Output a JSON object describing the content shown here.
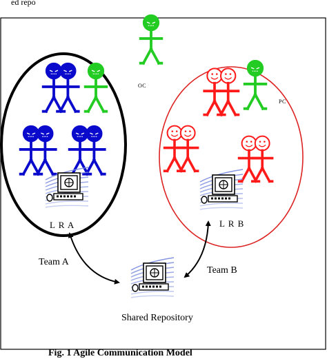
{
  "top_text": "ed repo",
  "labels": {
    "oc": "OC",
    "pc": "PC",
    "lra": "L R A",
    "lrb": "L R B",
    "team_a": "Team A",
    "team_b": "Team B",
    "shared_repository": "Shared Repository",
    "caption": "Fig. 1 Agile Communication Model"
  },
  "colors": {
    "team_a_members": "#0a0acc",
    "team_b_members": "#ff1a1a",
    "coordinators": "#22cc22",
    "team_a_boundary": "#000000",
    "team_b_boundary": "#dd2222",
    "workstation_swoosh": "#7788dd"
  },
  "icons": [
    "stick-figure-icon",
    "computer-workstation-icon",
    "double-arrow-icon"
  ]
}
